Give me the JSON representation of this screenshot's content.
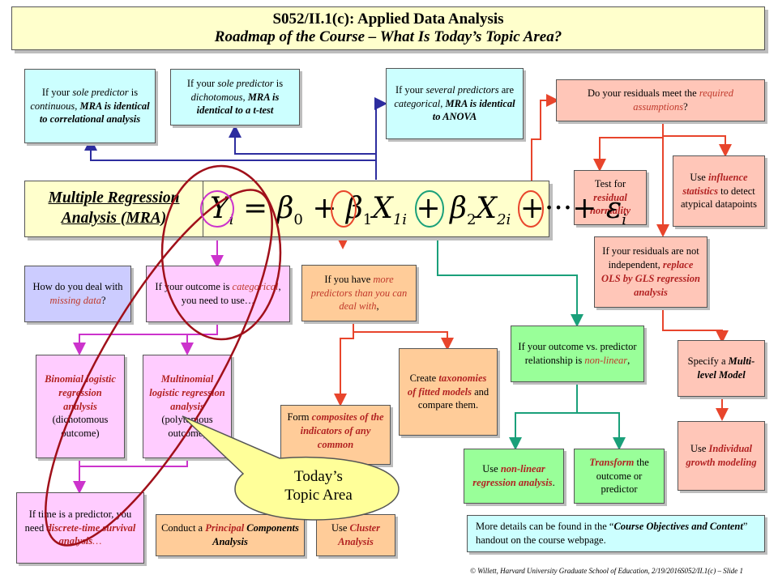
{
  "header": {
    "title": "S052/II.1(c): Applied Data Analysis",
    "subtitle": "Roadmap of the Course – What Is Today’s Topic Area?"
  },
  "mra": {
    "label_line1": "Multiple Regression",
    "label_line2": "Analysis (MRA)"
  },
  "equation": {
    "Y": "Y",
    "i": "i",
    "eq": "=",
    "b0": "β",
    "sub0": "0",
    "plus": "+",
    "b1": "β",
    "sub1": "1",
    "X": "X",
    "sub1i": "1i",
    "b2": "β",
    "sub2": "2",
    "sub2i": "2i",
    "dots": "+···+",
    "eps": "ε"
  },
  "boxes": {
    "continuous": {
      "pre": "If your ",
      "sole": "sole predictor",
      "is": " is ",
      "cont": "continuous",
      "comma": ", ",
      "rest": "MRA is identical to correlational analysis"
    },
    "dichotomous": {
      "pre": "If your ",
      "sole": "sole predictor",
      "is": " is ",
      "dich": "dichotomous",
      "comma": ", ",
      "rest": "MRA is identical to a t-test"
    },
    "categorical_preds": {
      "pre": "If your ",
      "several": "several predictors",
      "are": " are ",
      "cat": "categorical",
      "comma": ", ",
      "rest": "MRA is identical to ANOVA"
    },
    "residuals": {
      "pre": "Do your residuals meet the ",
      "req": "required assumptions",
      "q": "?"
    },
    "normality": {
      "pre": "Test for ",
      "rest": "residual normality"
    },
    "influence": {
      "pre": "Use ",
      "inf": "influence statistics",
      "rest": " to detect atypical datapoints"
    },
    "independent": {
      "pre": "If your residuals are not independent, ",
      "rest": "replace OLS by GLS regression analysis"
    },
    "missing": {
      "pre": "How do you deal with ",
      "miss": "missing data",
      "q": "?"
    },
    "outcome_cat": {
      "pre": "If your outcome is ",
      "cat": "categorical",
      "rest": ", you need to use…"
    },
    "more_preds": {
      "pre": "If you have ",
      "more": "more predictors than you can deal with",
      "comma": ","
    },
    "binomial": {
      "title": "Binomial logistic regression analysis",
      "rest": "(dichotomous outcome)"
    },
    "multinomial": {
      "title": "Multinomial logistic regression analysis",
      "rest": "(polytomous outcome)"
    },
    "taxonomies": {
      "pre": "Create ",
      "tax": "taxonomies of fitted models",
      "rest": " and compare them."
    },
    "composites": {
      "pre": "Form ",
      "comp": "composites of the indicators of any common"
    },
    "nonlinear_q": {
      "pre": "If your outcome vs. predictor relationship is ",
      "nl": "non-linear",
      "comma": ","
    },
    "multilevel": {
      "pre": "Specify a ",
      "ml": "Multi-level Model"
    },
    "individual": {
      "pre": "Use ",
      "ig": "Individual growth modeling"
    },
    "nonlinear_use": {
      "pre": "Use ",
      "nlr": "non-linear regression analysis",
      "dot": "."
    },
    "transform": {
      "tr": "Transform",
      "rest": " the outcome or predictor"
    },
    "survival": {
      "pre": "If time is a predictor, you need ",
      "dts": "discrete-time survival analysis",
      "ell": "…"
    },
    "pca": {
      "pre": "Conduct a ",
      "pr": "Principal",
      "rest": " Components Analysis"
    },
    "cluster": {
      "pre": "Use ",
      "cl": "Cluster Analysis"
    },
    "details": {
      "pre": "More details can be found in the “",
      "bold": "Course Objectives and Content",
      "rest": "” handout on the course webpage."
    }
  },
  "callout": {
    "line1": "Today’s",
    "line2": "Topic Area"
  },
  "footer": {
    "left": "© Willett, Harvard University Graduate School of Education, 2/19/2016",
    "right": "S052/II.1(c) – Slide 1"
  },
  "colors": {
    "blue": "#2d2d9f",
    "red": "#e8452c",
    "pink": "#cc33cc",
    "orange": "#e8452c",
    "teal": "#1aa07a",
    "highlight_red": "#b01010",
    "callout": "#ffff99"
  }
}
